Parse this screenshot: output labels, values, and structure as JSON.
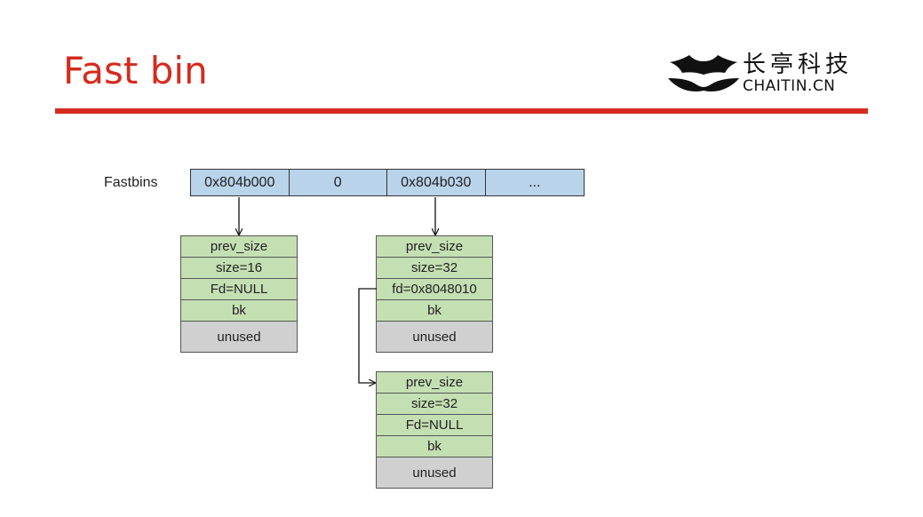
{
  "title": "Fast bin",
  "logo": {
    "cn": "长亭科技",
    "en": "CHAITIN.CN"
  },
  "fastbins_label": "Fastbins",
  "fastbins": [
    "0x804b000",
    "0",
    "0x804b030",
    "..."
  ],
  "chunks": [
    {
      "fields": [
        "prev_size",
        "size=16",
        "Fd=NULL",
        "bk",
        "unused"
      ]
    },
    {
      "fields": [
        "prev_size",
        "size=32",
        "fd=0x8048010",
        "bk",
        "unused"
      ]
    },
    {
      "fields": [
        "prev_size",
        "size=32",
        "Fd=NULL",
        "bk",
        "unused"
      ]
    }
  ],
  "colors": {
    "accent": "#d52b1e",
    "bin_cell": "#b9d3eb",
    "chunk_field": "#c4dfb2",
    "unused_field": "#d0d0d0"
  }
}
